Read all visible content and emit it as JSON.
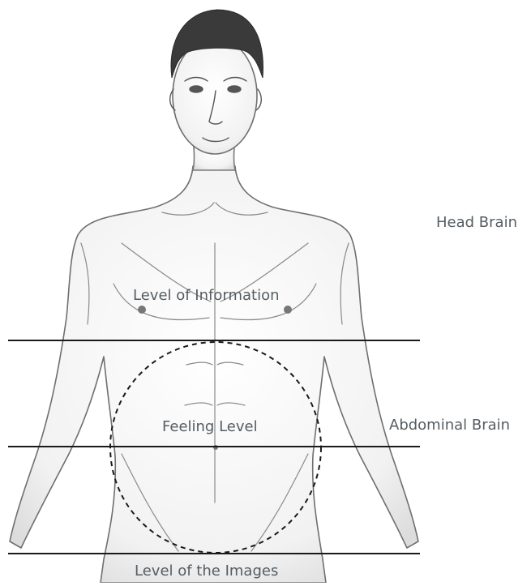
{
  "labels": {
    "head_brain": "Head Brain",
    "level_of_information": "Level of Information",
    "feeling_level": "Feeling Level",
    "abdominal_brain": "Abdominal Brain",
    "level_of_the_images": "Level of the Images"
  },
  "colors": {
    "background": "#ffffff",
    "line": "#1a1a1a",
    "label_text": "#555d63",
    "sketch_stroke": "#6f6f6f",
    "skin_shade": "#e6e6e6",
    "hair": "#3a3a3a"
  },
  "figure": {
    "subject": "pencil-sketch-male-torso"
  }
}
